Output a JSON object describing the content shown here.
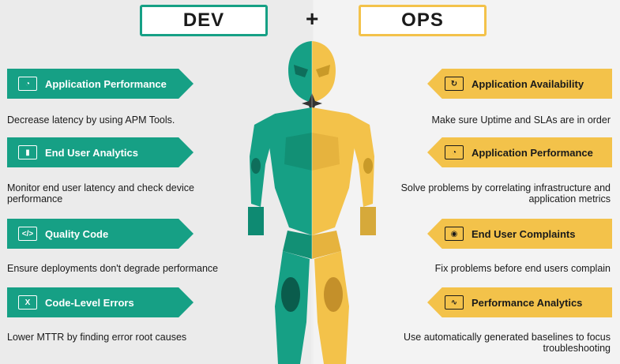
{
  "header": {
    "dev": "DEV",
    "plus": "+",
    "ops": "OPS"
  },
  "dev_items": [
    {
      "label": "Application Performance",
      "icon": "gauge-icon",
      "icon_glyph": "◔",
      "desc": "Decrease latency by using APM Tools."
    },
    {
      "label": "End User Analytics",
      "icon": "bar-chart-icon",
      "icon_glyph": "▮",
      "desc": "Monitor end user latency and check device performance"
    },
    {
      "label": "Quality Code",
      "icon": "code-icon",
      "icon_glyph": "</>",
      "desc": "Ensure deployments don't degrade performance"
    },
    {
      "label": "Code-Level Errors",
      "icon": "x-icon",
      "icon_glyph": "X",
      "desc": "Lower MTTR by finding error root causes"
    }
  ],
  "ops_items": [
    {
      "label": "Application Availability",
      "icon": "refresh-icon",
      "icon_glyph": "↻",
      "desc": "Make sure Uptime and SLAs are in order"
    },
    {
      "label": "Application Performance",
      "icon": "gauge-icon",
      "icon_glyph": "◔",
      "desc": "Solve problems by correlating infrastructure and application metrics"
    },
    {
      "label": "End User Complaints",
      "icon": "user-icon",
      "icon_glyph": "◉",
      "desc": "Fix problems before end users complain"
    },
    {
      "label": "Performance Analytics",
      "icon": "analytics-icon",
      "icon_glyph": "∿",
      "desc": "Use automatically generated baselines to focus troubleshooting"
    }
  ],
  "colors": {
    "dev": "#16a085",
    "ops": "#f3c24a"
  }
}
